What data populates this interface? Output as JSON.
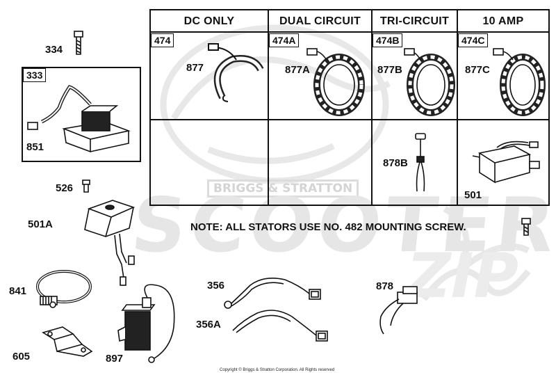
{
  "watermark": {
    "brand": "BRIGGS & STRATTON",
    "word1": "SCOOTER",
    "word2": "ZIP"
  },
  "columns": [
    {
      "header": "DC ONLY",
      "code": "474",
      "part": "877"
    },
    {
      "header": "DUAL CIRCUIT",
      "code": "474A",
      "part": "877A"
    },
    {
      "header": "TRI-CIRCUIT",
      "code": "474B",
      "part": "877B"
    },
    {
      "header": "10 AMP",
      "code": "474C",
      "part": "877C"
    }
  ],
  "row2_parts": {
    "tri_circuit": "878B",
    "ten_amp": "501"
  },
  "assembly_box": {
    "code": "333",
    "part": "851"
  },
  "parts": {
    "p334": "334",
    "p526": "526",
    "p501A": "501A",
    "p841": "841",
    "p605": "605",
    "p897": "897",
    "p356": "356",
    "p356A": "356A",
    "p878": "878"
  },
  "note": "NOTE: ALL STATORS USE NO. 482 MOUNTING SCREW.",
  "copyright": "Copyright © Briggs & Stratton Corporation. All Rights reserved"
}
